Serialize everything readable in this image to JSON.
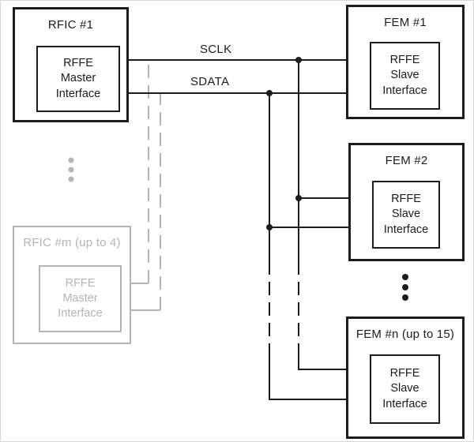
{
  "diagram": {
    "signals": {
      "sclk": "SCLK",
      "sdata": "SDATA"
    },
    "blocks": {
      "rfic1": {
        "title": "RFIC #1",
        "interface": "RFFE\nMaster\nInterface"
      },
      "rficm": {
        "title": "RFIC #m (up to 4)",
        "interface": "RFFE\nMaster\nInterface"
      },
      "fem1": {
        "title": "FEM #1",
        "interface": "RFFE\nSlave\nInterface"
      },
      "fem2": {
        "title": "FEM #2",
        "interface": "RFFE\nSlave\nInterface"
      },
      "femn": {
        "title": "FEM #n (up to 15)",
        "interface": "RFFE\nSlave\nInterface"
      }
    },
    "colors": {
      "line": "#1c1c1c",
      "muted": "#b5b5b5",
      "background": "#ffffff"
    }
  }
}
